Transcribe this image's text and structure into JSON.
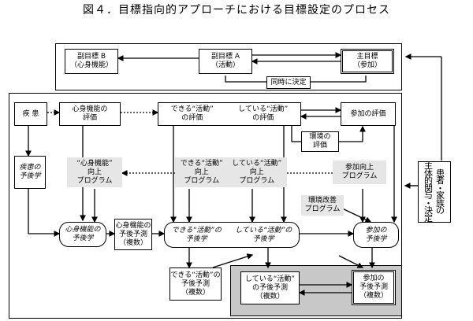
{
  "title": "図４．目標指向的アプローチにおける目標設定のプロセス",
  "top_row": {
    "sub_goal_b": {
      "line1": "副目標 B",
      "line2": "（心身機能）"
    },
    "sub_goal_a": {
      "line1": "副目標 A",
      "line2": "（活動）"
    },
    "main_goal": {
      "line1": "主目標",
      "line2": "（参加）"
    },
    "simultaneous": "同時に決定"
  },
  "side_panel": {
    "col1": [
      "患",
      "者",
      "・",
      "家",
      "族",
      "の"
    ],
    "col2": [
      "主",
      "体",
      "的",
      "関",
      "与",
      "・",
      "決",
      "定"
    ]
  },
  "boxes": {
    "disease": "疾 患",
    "body_eval": {
      "line1": "心身機能の",
      "line2": "評価"
    },
    "can_eval": {
      "line1": "できる“活動”",
      "line2": "の評価"
    },
    "doing_eval": {
      "line1": "している“活動”",
      "line2": "の評価"
    },
    "participation_eval": "参加の評価",
    "environment_eval": {
      "line1": "環境の",
      "line2": "評価"
    },
    "disease_prognosis": {
      "line1": "疾患の",
      "line2": "予後学"
    },
    "body_program": {
      "line1": "“心身機能”",
      "line2": "向上",
      "line3": "プログラム"
    },
    "can_program": {
      "line1": "できる“活動”",
      "line2": "向上",
      "line3": "プログラム"
    },
    "doing_program": {
      "line1": "している“活動”",
      "line2": "向上",
      "line3": "プログラム"
    },
    "participation_program": {
      "line1": "参加向上",
      "line2": "プログラム"
    },
    "env_program": {
      "line1": "環境改善",
      "line2": "プログラム"
    },
    "body_prognosis": {
      "line1": "心身機能の",
      "line2": "予後学"
    },
    "body_prediction": {
      "line1": "心身機能の",
      "line2": "予後予測",
      "line3": "（複数）"
    },
    "can_prognosis": {
      "line1": "できる“活動”の",
      "line2": "予後学"
    },
    "doing_prognosis": {
      "line1": "している“活動”の",
      "line2": "予後学"
    },
    "participation_prognosis": {
      "line1": "参加の",
      "line2": "予後学"
    },
    "can_prediction": {
      "line1": "できる“活動”の",
      "line2": "予後予測",
      "line3": "（複数）"
    },
    "doing_prediction": {
      "line1": "している“活動”",
      "line2": "の予後予測",
      "line3": "（複数）"
    },
    "participation_prediction": {
      "line1": "参加の",
      "line2": "予後予測",
      "line3": "（複数）"
    }
  }
}
